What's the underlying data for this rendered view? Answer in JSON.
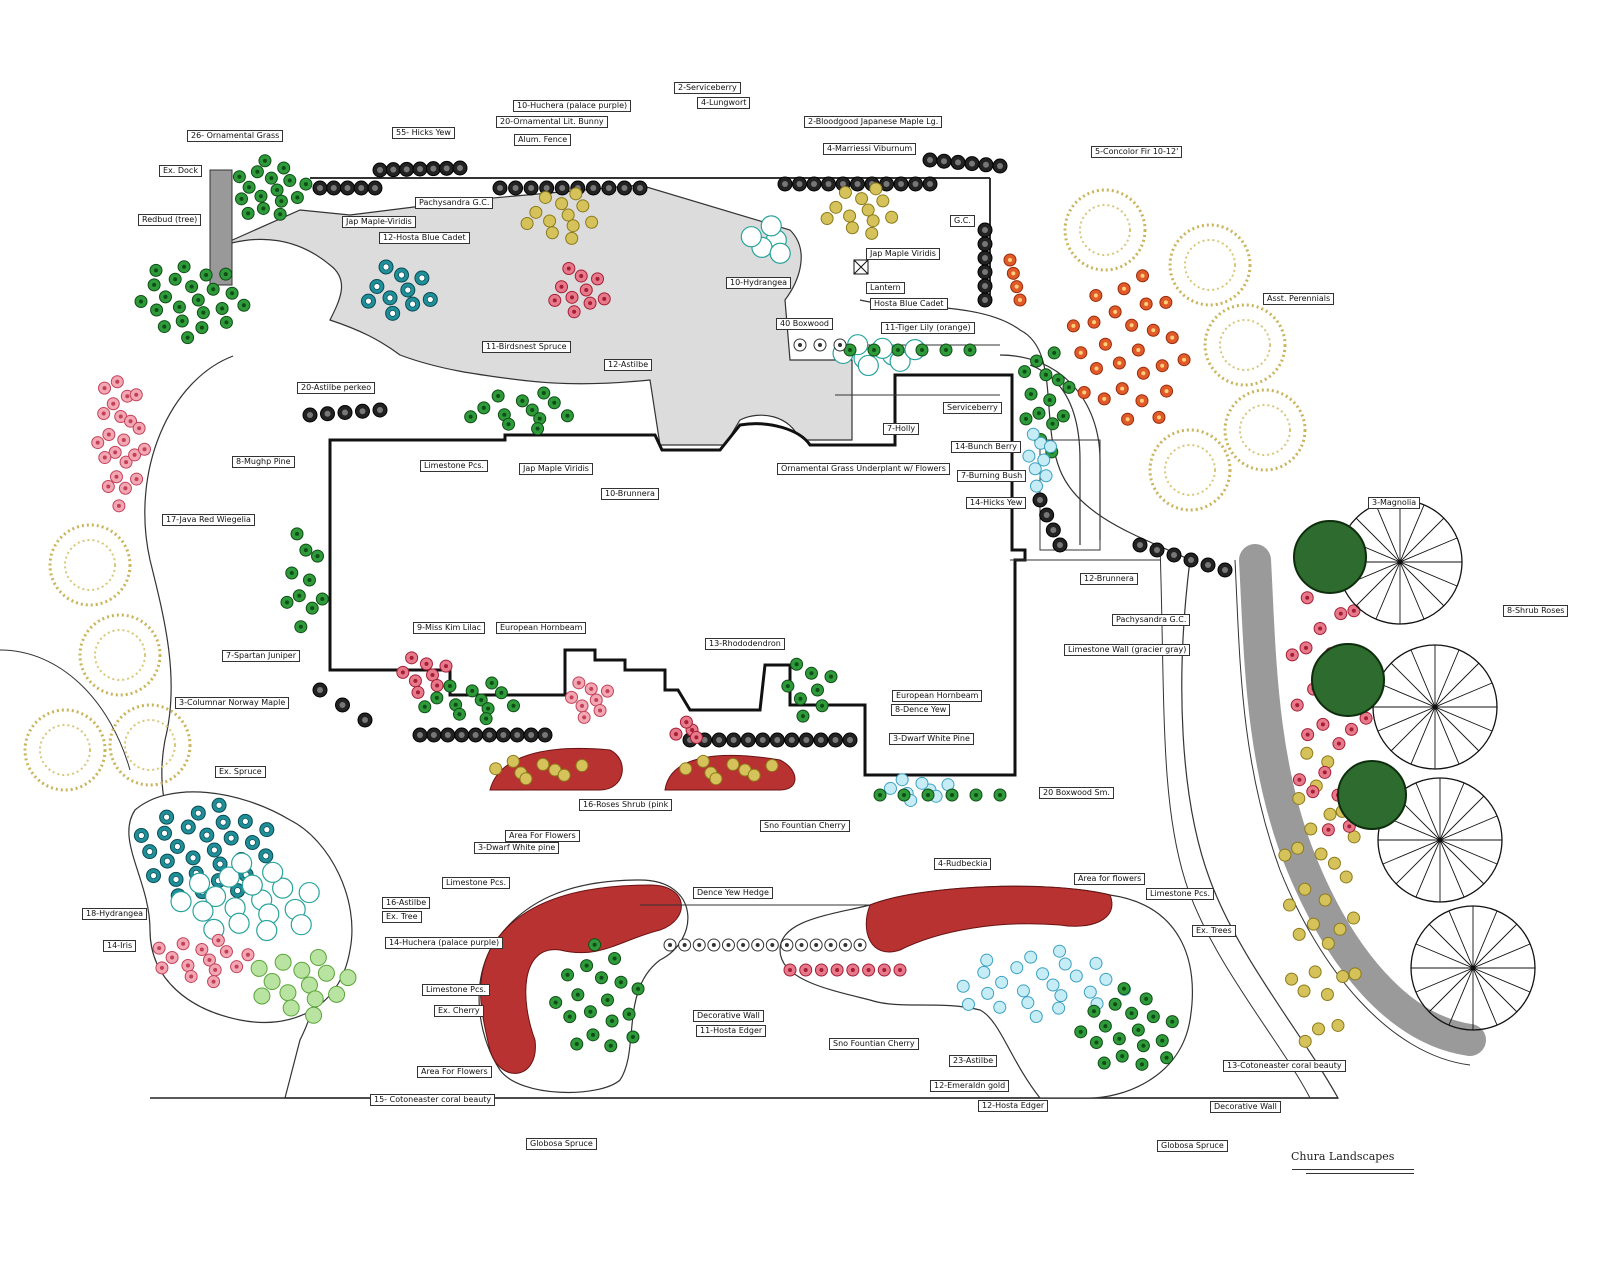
{
  "title": "Chura Landscapes",
  "colors": {
    "hardscape": "#dcdcdc",
    "bed_red": "#b83232",
    "plant_green": "#2e9a3a",
    "plant_teal": "#1f8f9a",
    "grass_gold": "#c9b45a",
    "perennial_orange": "#e05a2a",
    "pink": "#e77a8a",
    "outline": "#222222"
  },
  "labels": [
    "2-Serviceberry",
    "4-Lungwort",
    "10-Huchera (palace purple)",
    "20-Ornamental Lit. Bunny",
    "2-Bloodgood Japanese Maple Lg.",
    "26- Ornamental Grass",
    "55- Hicks Yew",
    "Alum. Fence",
    "4-Marriessi Viburnum",
    "5-Concolor Fir 10-12'",
    "Ex. Dock",
    "Pachysandra G.C.",
    "Redbud (tree)",
    "Jap Maple-Viridis",
    "G.C.",
    "12-Hosta Blue Cadet",
    "Jap Maple Viridis",
    "Lantern",
    "10-Hydrangea",
    "Asst. Perennials",
    "Hosta Blue Cadet",
    "40 Boxwood",
    "11-Tiger Lily (orange)",
    "11-Birdsnest Spruce",
    "12-Astilbe",
    "20-Astilbe perkeo",
    "Serviceberry",
    "7-Holly",
    "14-Bunch Berry",
    "8-Mughp Pine",
    "Limestone Pcs.",
    "Jap Maple Viridis",
    "Ornamental Grass Underplant w/ Flowers",
    "7-Burning Bush",
    "10-Brunnera",
    "14-Hicks Yew",
    "3-Magnolia",
    "17-Java Red Wiegelia",
    "12-Brunnera",
    "Pachysandra G.C.",
    "8-Shrub Roses",
    "9-Miss Kim Lilac",
    "European Hornbeam",
    "13-Rhododendron",
    "Limestone Wall (gracier gray)",
    "7-Spartan Juniper",
    "European Hornbeam",
    "3-Columnar Norway Maple",
    "8-Dence Yew",
    "3-Dwarf White Pine",
    "Ex. Spruce",
    "20 Boxwood Sm.",
    "16-Roses Shrub (pink",
    "Sno Fountian Cherry",
    "Area For Flowers",
    "3-Dwarf White pine",
    "4-Rudbeckia",
    "Limestone Pcs.",
    "Area for flowers",
    "Dence Yew Hedge",
    "Limestone Pcs.",
    "16-Astilbe",
    "18-Hydrangea",
    "Ex. Tree",
    "Ex. Trees",
    "14-Iris",
    "14-Huchera (palace purple)",
    "Limestone Pcs.",
    "Ex. Cherry",
    "Decorative Wall",
    "11-Hosta Edger",
    "Sno Fountian Cherry",
    "23-Astilbe",
    "13-Cotoneaster coral beauty",
    "Area For Flowers",
    "12-Emeraldn gold",
    "15- Cotoneaster coral beauty",
    "12-Hosta Edger",
    "Decorative Wall",
    "Globosa Spruce",
    "Globosa Spruce"
  ]
}
